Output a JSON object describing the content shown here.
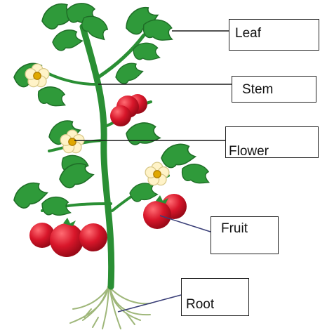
{
  "labels": {
    "leaf": "Leaf",
    "stem": "Stem",
    "flower": "Flower",
    "fruit": "Fruit",
    "root": "Root"
  },
  "colors": {
    "leaf_green": "#2f9a3a",
    "stem_green": "#2a8f34",
    "fruit_red": "#d8162a",
    "flower_petal": "#fff3c8",
    "flower_center": "#e0a800",
    "root_color": "#9fb77a",
    "leader_dark": "#1a1a1a",
    "leader_blue": "#3a3f78"
  },
  "icons": [
    "tomato-plant-illustration"
  ]
}
